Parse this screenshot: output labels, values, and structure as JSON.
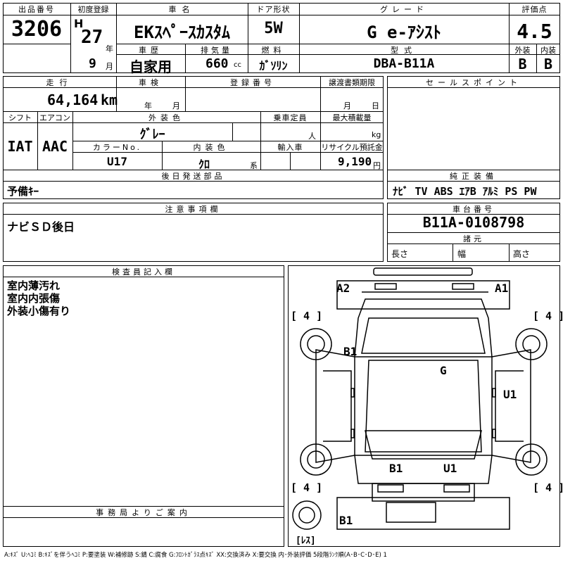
{
  "labels": {
    "lot_number": "出品番号",
    "first_reg": "初度登録",
    "car_name": "車名",
    "door_type": "ドア形状",
    "grade": "グレード",
    "score": "評価点",
    "history": "車歴",
    "displacement": "排気量",
    "fuel": "燃料",
    "model_code": "型式",
    "exterior": "外装",
    "interior": "内装",
    "mileage": "走行",
    "inspection": "車検",
    "reg_no": "登録番号",
    "transfer_deadline": "譲渡書類期限",
    "sales_point": "セールスポイント",
    "shift": "シフト",
    "aircon": "エアコン",
    "ext_color": "外装色",
    "capacity": "乗車定員",
    "max_load": "最大積載量",
    "color_no": "カラーNo.",
    "int_color": "内装色",
    "import": "輸入車",
    "recycle": "リサイクル預託金",
    "later_parts": "後日発送部品",
    "genuine_equipment": "純正装備",
    "notes": "注意事項欄",
    "chassis_no": "車台番号",
    "specs": "諸元",
    "length": "長さ",
    "width": "幅",
    "height": "高さ",
    "inspector": "検査員記入欄",
    "office": "事務局よりご案内",
    "year_unit": "年",
    "month_unit": "月",
    "day_unit": "日",
    "cc_unit": "cc",
    "km_unit": "km",
    "person_unit": "人",
    "kg_unit": "kg",
    "yen_unit": "円",
    "series_unit": "系"
  },
  "vehicle": {
    "lot_number": "3206",
    "era": "H",
    "year": "27",
    "month": "9",
    "car_name": "EKｽﾍﾟｰｽｶｽﾀﾑ",
    "door": "5W",
    "grade": "G e-ｱｼｽﾄ",
    "score": "4.5",
    "history": "自家用",
    "displacement": "660",
    "fuel": "ｶﾞｿﾘﾝ",
    "model_code": "DBA-B11A",
    "exterior_grade": "B",
    "interior_grade": "B",
    "mileage": "64,164",
    "shift": "IAT",
    "aircon": "AAC",
    "ext_color": "ｸﾞﾚｰ",
    "color_no": "U17",
    "int_color": "ｸﾛ",
    "recycle": "9,190",
    "later_parts": "予備ｷｰ",
    "equipment": "ﾅﾋﾞ  TV  ABS ｴｱB ｱﾙﾐ PS PW",
    "notes": "ナビＳＤ後日",
    "chassis_no": "B11A-0108798"
  },
  "inspector_notes": [
    "室内薄汚れ",
    "室内内張傷",
    "外装小傷有り"
  ],
  "diagram": {
    "marks": [
      "A2",
      "A1",
      "B1",
      "G",
      "U1",
      "B1",
      "U1",
      "B1"
    ],
    "tires": [
      "[ 4 ]",
      "[ 4 ]",
      "[ 4 ]",
      "[ 4 ]"
    ],
    "spare": "[ﾚｽ]"
  },
  "legend": "A:ｷｽﾞ U:ﾍｺﾐ B:ｷｽﾞを伴うﾍｺﾐ P:要塗装 W:補修跡 S:錆 C:腐食 G:ﾌﾛﾝﾄｶﾞﾗｽ点ｷｽﾞ XX:交換済み X:要交換  内･外装評価 5段階ﾗﾝｸ順(A･B･C･D･E) 1"
}
